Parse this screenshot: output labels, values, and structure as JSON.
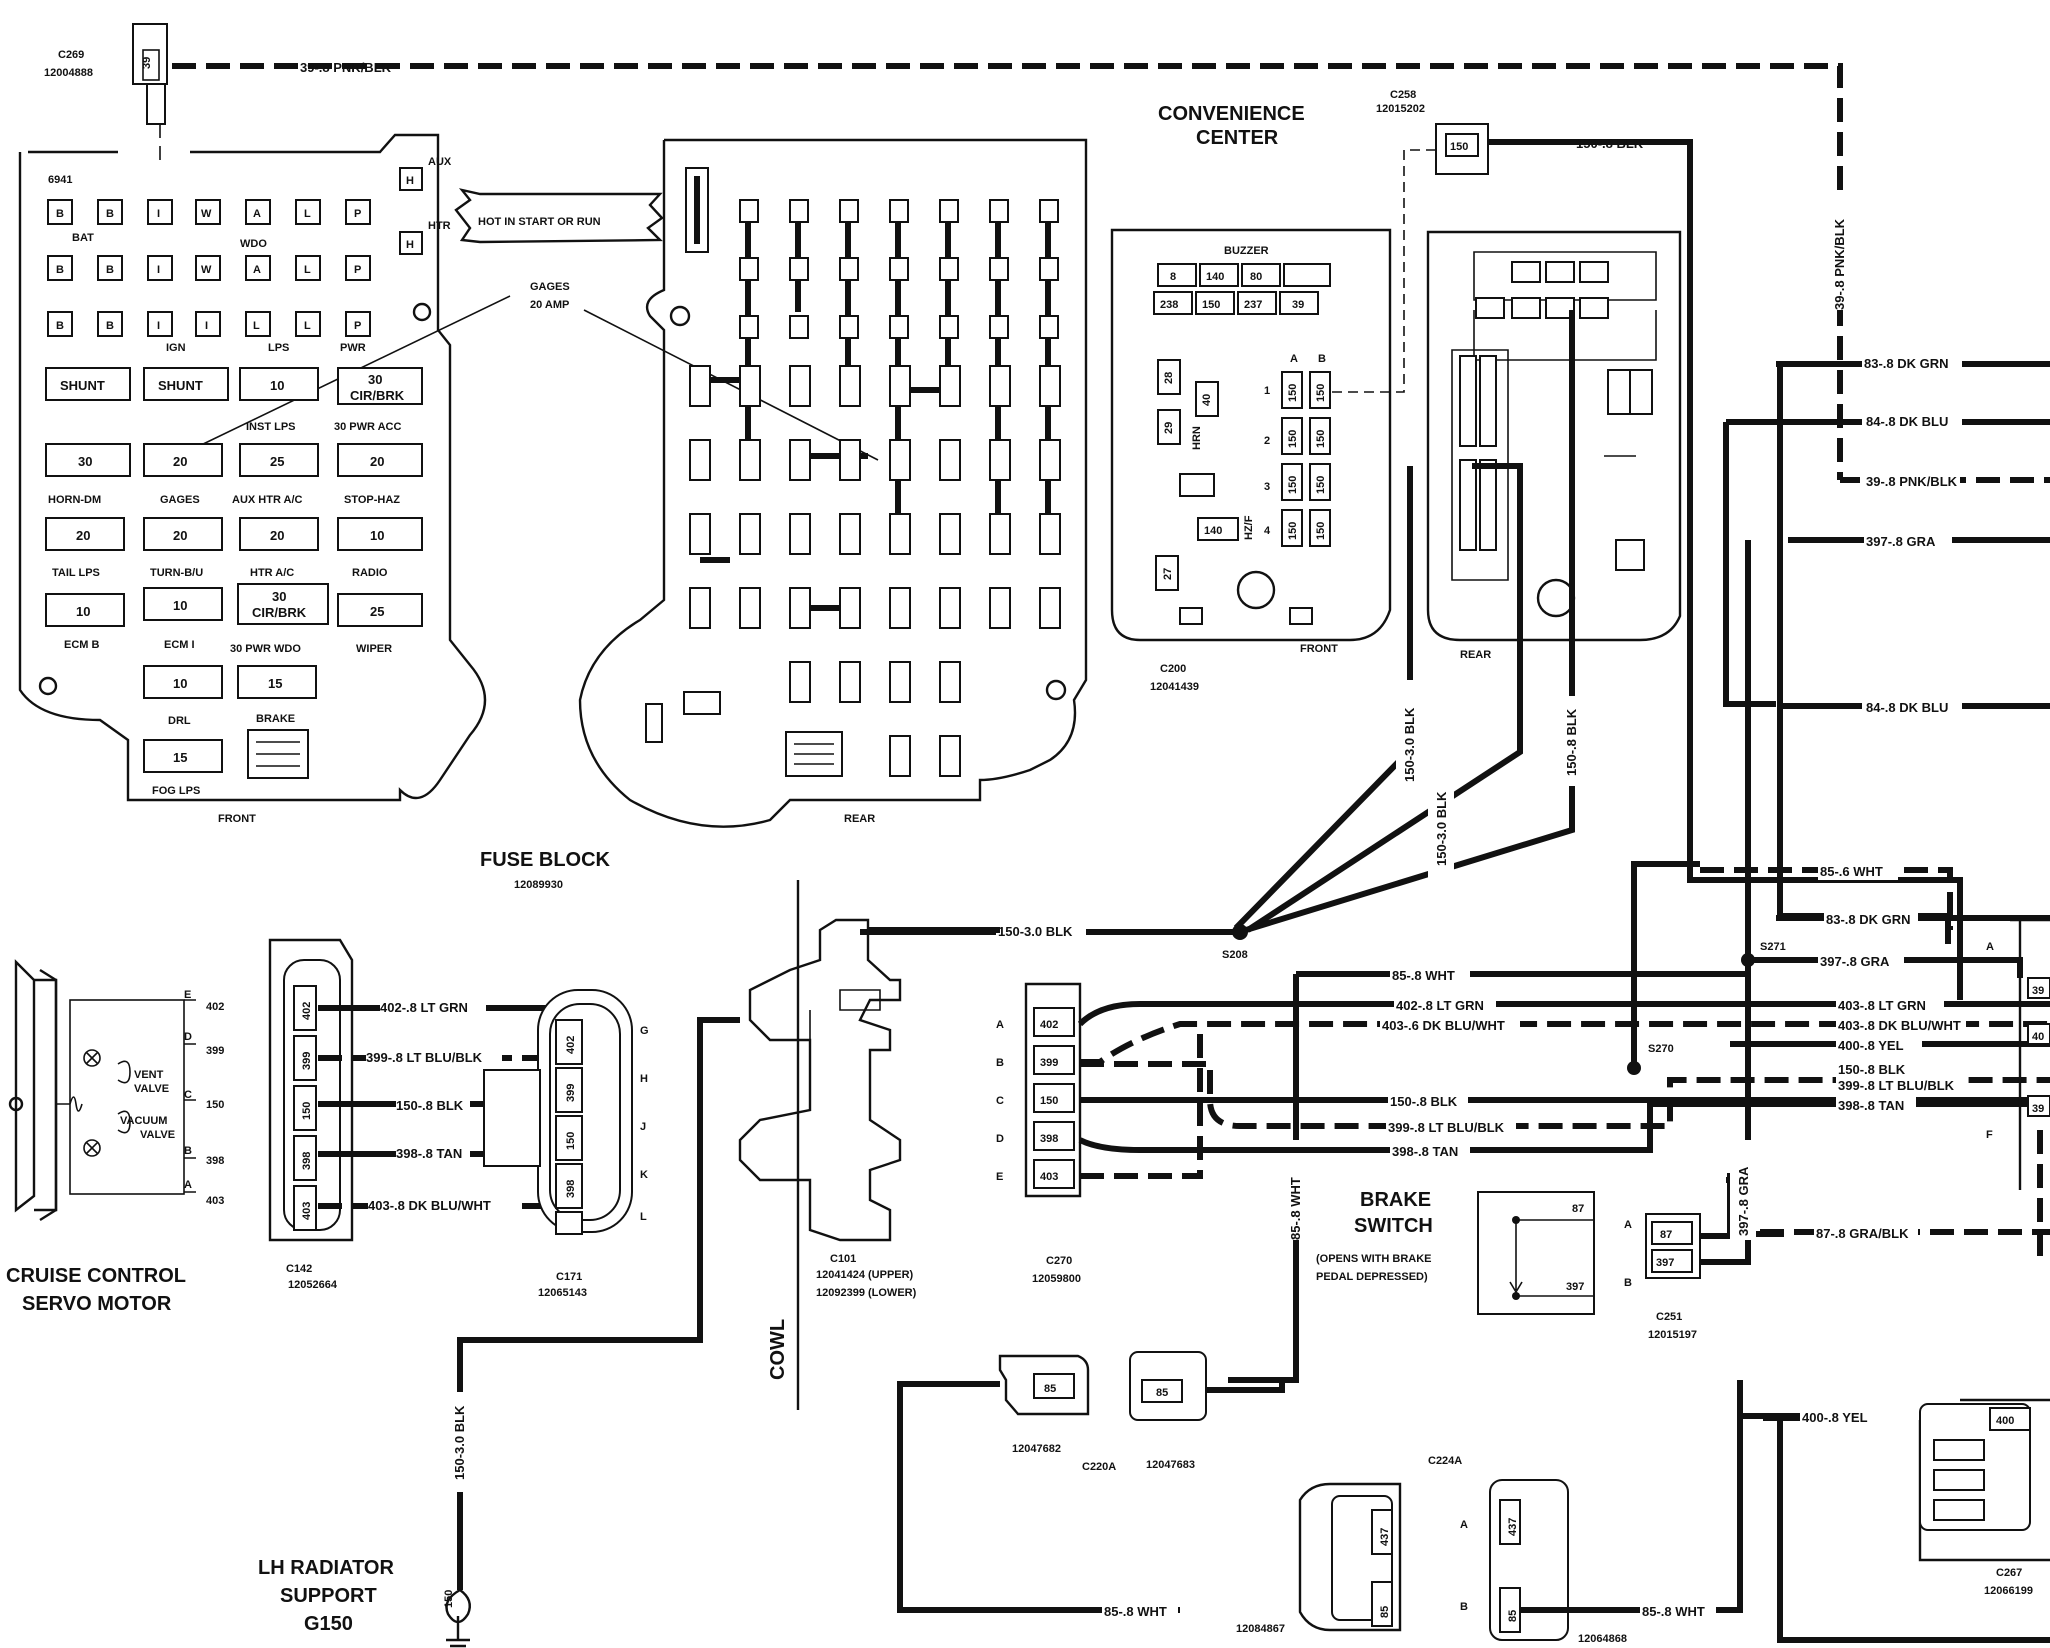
{
  "top": {
    "c269": "C269",
    "c269_pn": "12004888",
    "c269_pin": "39",
    "pnk_top": "39-.8 PNK/BLK",
    "pnk_side": "39-.8 PNK/BLK"
  },
  "fuse_block": {
    "title": "FUSE BLOCK",
    "pn": "12089930",
    "front_label": "FRONT",
    "rear_label": "REAR",
    "id_6941": "6941",
    "hot_label": "HOT IN START OR RUN",
    "gages_label": "GAGES",
    "gages_amp": "20 AMP",
    "aux_letters": "AUX",
    "htr_letters": "HTR",
    "h": "H",
    "row1": [
      "B",
      "B",
      "I",
      "W",
      "A",
      "L",
      "P"
    ],
    "row2": [
      "B",
      "B",
      "I",
      "W",
      "A",
      "L",
      "P"
    ],
    "row3": [
      "B",
      "B",
      "I",
      "I",
      "L",
      "L",
      "P"
    ],
    "bat": "BAT",
    "wdo": "WDO",
    "ign": "IGN",
    "lps": "LPS",
    "pwr": "PWR",
    "shunt": "SHUNT",
    "f10": "10",
    "f15": "15",
    "f20": "20",
    "f25": "25",
    "f30": "30",
    "cirbrk": "CIR/BRK",
    "inst_lps": "INST LPS",
    "pwr_acc": "30 PWR ACC",
    "horn_dm": "HORN-DM",
    "gages": "GAGES",
    "aux_htr": "AUX HTR A/C",
    "stop_haz": "STOP-HAZ",
    "tail_lps": "TAIL LPS",
    "turn_bu": "TURN-B/U",
    "htr_ac": "HTR A/C",
    "radio": "RADIO",
    "ecm_b": "ECM B",
    "ecm_i": "ECM I",
    "pwr_wdo": "30 PWR WDO",
    "wiper": "WIPER",
    "drl": "DRL",
    "brake": "BRAKE",
    "fog_lps": "FOG LPS"
  },
  "convenience": {
    "title1": "CONVENIENCE",
    "title2": "CENTER",
    "buzzer": "BUZZER",
    "top_row": [
      "8",
      "140",
      "80",
      ""
    ],
    "row2": [
      "238",
      "150",
      "237",
      "39"
    ],
    "c200": "C200",
    "c200_pn": "12041439",
    "front_label": "FRONT",
    "rear_label": "REAR",
    "hrn": "HRN",
    "hzf": "HZ/F",
    "n28": "28",
    "n29": "29",
    "n40": "40",
    "n140": "140",
    "n27": "27",
    "n150": "150",
    "colA": "A",
    "colB": "B",
    "r1": "1",
    "r2": "2",
    "r3": "3",
    "r4": "4"
  },
  "c258": {
    "name": "C258",
    "pn": "12015202",
    "pin": "150",
    "wire": "150-.8 BLK"
  },
  "wires": {
    "dk_grn_83": "83-.8 DK GRN",
    "dk_blu_84": "84-.8 DK BLU",
    "pnk_39": "39-.8 PNK/BLK",
    "gra_397": "397-.8 GRA",
    "dk_blu_84b": "84-.8 DK BLU",
    "blk_150_30a": "150-3.0 BLK",
    "blk_150_30b": "150-3.0 BLK",
    "blk_150_8v": "150-.8 BLK",
    "wht_85": "85-.6 WHT",
    "dk_grn_83b": "83-.8 DK GRN",
    "blk_150_30c": "150-3.0 BLK",
    "s208": "S208",
    "s271": "S271",
    "s270": "S270",
    "wht_85b": "85-.8 WHT",
    "gra_397b": "397-.8 GRA",
    "ltgrn_402": "402-.8 LT GRN",
    "dkblu_403": "403-.6 DK BLU/WHT",
    "ltgrn_402r": "403-.8 LT GRN",
    "dkblu_403r": "403-.8 DK BLU/WHT",
    "yel_400": "400-.8 YEL",
    "blk_150r": "150-.8 BLK",
    "ltblu_399r": "399-.8 LT BLU/BLK",
    "tan_398r": "398-.8 TAN",
    "blk_150m": "150-.8 BLK",
    "ltblu_399m": "399-.8 LT BLU/BLK",
    "tan_398m": "398-.8 TAN",
    "gra_397v": "397-.8 GRA",
    "gra_blk_87": "87-.8 GRA/BLK",
    "yel_400b": "400-.8 YEL",
    "wht_85v": "85-.8 WHT",
    "wht_85c": "85-.8 WHT",
    "wht_85d": "85-.8 WHT",
    "blk_150g": "150-3.0 BLK"
  },
  "servo": {
    "title1": "CRUISE CONTROL",
    "title2": "SERVO MOTOR",
    "pins": [
      "E",
      "D",
      "C",
      "B",
      "A"
    ],
    "nums": [
      "402",
      "399",
      "150",
      "398",
      "403"
    ],
    "vent1": "VENT",
    "vent2": "VALVE",
    "vac1": "VACUUM",
    "vac2": "VALVE"
  },
  "c142": {
    "name": "C142",
    "pn": "12052664",
    "pins": [
      "402",
      "399",
      "150",
      "398",
      "403"
    ]
  },
  "c171": {
    "name": "C171",
    "pn": "12065143",
    "pins": [
      "402",
      "399",
      "150",
      "398",
      "403"
    ],
    "letters": [
      "G",
      "H",
      "J",
      "K",
      "L"
    ],
    "w402": "402-.8 LT GRN",
    "w399": "399-.8 LT BLU/BLK",
    "w150": "150-.8 BLK",
    "w398": "398-.8 TAN",
    "w403": "403-.8 DK BLU/WHT"
  },
  "c101": {
    "name": "C101",
    "upper": "12041424 (UPPER)",
    "lower": "12092399 (LOWER)",
    "cowl": "COWL"
  },
  "c270": {
    "name": "C270",
    "pn": "12059800",
    "letters": [
      "A",
      "B",
      "C",
      "D",
      "E"
    ],
    "pins": [
      "402",
      "399",
      "150",
      "398",
      "403"
    ]
  },
  "brake": {
    "title1": "BRAKE",
    "title2": "SWITCH",
    "note1": "(OPENS WITH BRAKE",
    "note2": "PEDAL DEPRESSED)",
    "p87": "87",
    "p397": "397"
  },
  "c251": {
    "name": "C251",
    "pn": "12015197",
    "a": "A",
    "b": "B",
    "pins": [
      "87",
      "397"
    ]
  },
  "c220": {
    "pn_a": "12047682",
    "pn_b": "12047683",
    "name": "C220A",
    "pin": "85"
  },
  "c224": {
    "name": "C224A",
    "pn_a": "12084867",
    "pn_b": "12064868",
    "pins": [
      "437",
      "85"
    ],
    "a": "A",
    "b": "B"
  },
  "ground": {
    "line1": "LH RADIATOR",
    "line2": "SUPPORT",
    "line3": "G150",
    "pin": "150"
  },
  "c267": {
    "name": "C267",
    "pn": "12066199",
    "pin": "400"
  },
  "right_conn": {
    "a": "A",
    "f": "F",
    "pins": [
      "39",
      "40",
      "39"
    ]
  }
}
